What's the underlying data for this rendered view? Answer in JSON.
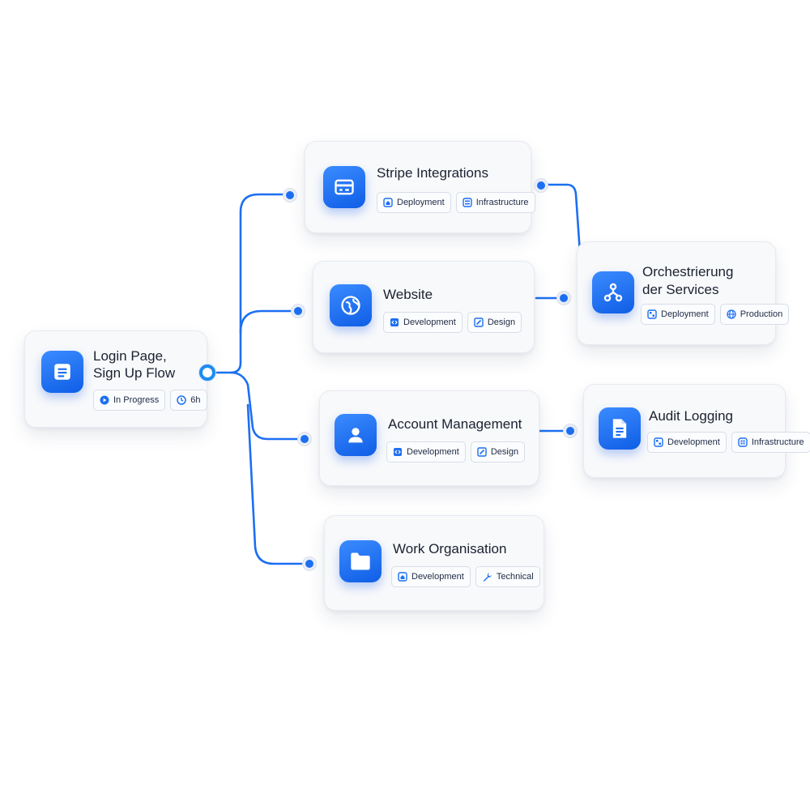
{
  "colors": {
    "accent": "#1d6ff2",
    "line": "#1d6ff2",
    "card_bg": "#f8f9fb",
    "text": "#1b2130"
  },
  "root": {
    "title": "Login Page,\nSign Up Flow",
    "icon": "document-lines-icon",
    "chips": [
      {
        "label": "In Progress",
        "icon": "play-circle-icon"
      },
      {
        "label": "6h",
        "icon": "clock-icon"
      }
    ]
  },
  "nodes": {
    "stripe": {
      "title": "Stripe Integrations",
      "icon": "credit-card-icon",
      "chips": [
        {
          "label": "Deployment",
          "icon": "home-box-icon"
        },
        {
          "label": "Infrastructure",
          "icon": "server-icon"
        }
      ]
    },
    "website": {
      "title": "Website",
      "icon": "globe-icon",
      "chips": [
        {
          "label": "Development",
          "icon": "code-icon"
        },
        {
          "label": "Design",
          "icon": "pencil-square-icon"
        }
      ]
    },
    "account": {
      "title": "Account Management",
      "icon": "user-icon",
      "chips": [
        {
          "label": "Development",
          "icon": "code-icon"
        },
        {
          "label": "Design",
          "icon": "pencil-square-icon"
        }
      ]
    },
    "work": {
      "title": "Work Organisation",
      "icon": "folder-icon",
      "chips": [
        {
          "label": "Development",
          "icon": "home-box-icon"
        },
        {
          "label": "Technical",
          "icon": "wrench-icon"
        }
      ]
    },
    "orchestration": {
      "title": "Orchestrierung\nder Services",
      "icon": "hierarchy-icon",
      "chips": [
        {
          "label": "Deployment",
          "icon": "grid-box-icon"
        },
        {
          "label": "Production",
          "icon": "globe-small-icon"
        }
      ]
    },
    "audit": {
      "title": "Audit Logging",
      "icon": "file-text-icon",
      "chips": [
        {
          "label": "Development",
          "icon": "grid-box-icon"
        },
        {
          "label": "Infrastructure",
          "icon": "chip-icon"
        }
      ]
    }
  }
}
